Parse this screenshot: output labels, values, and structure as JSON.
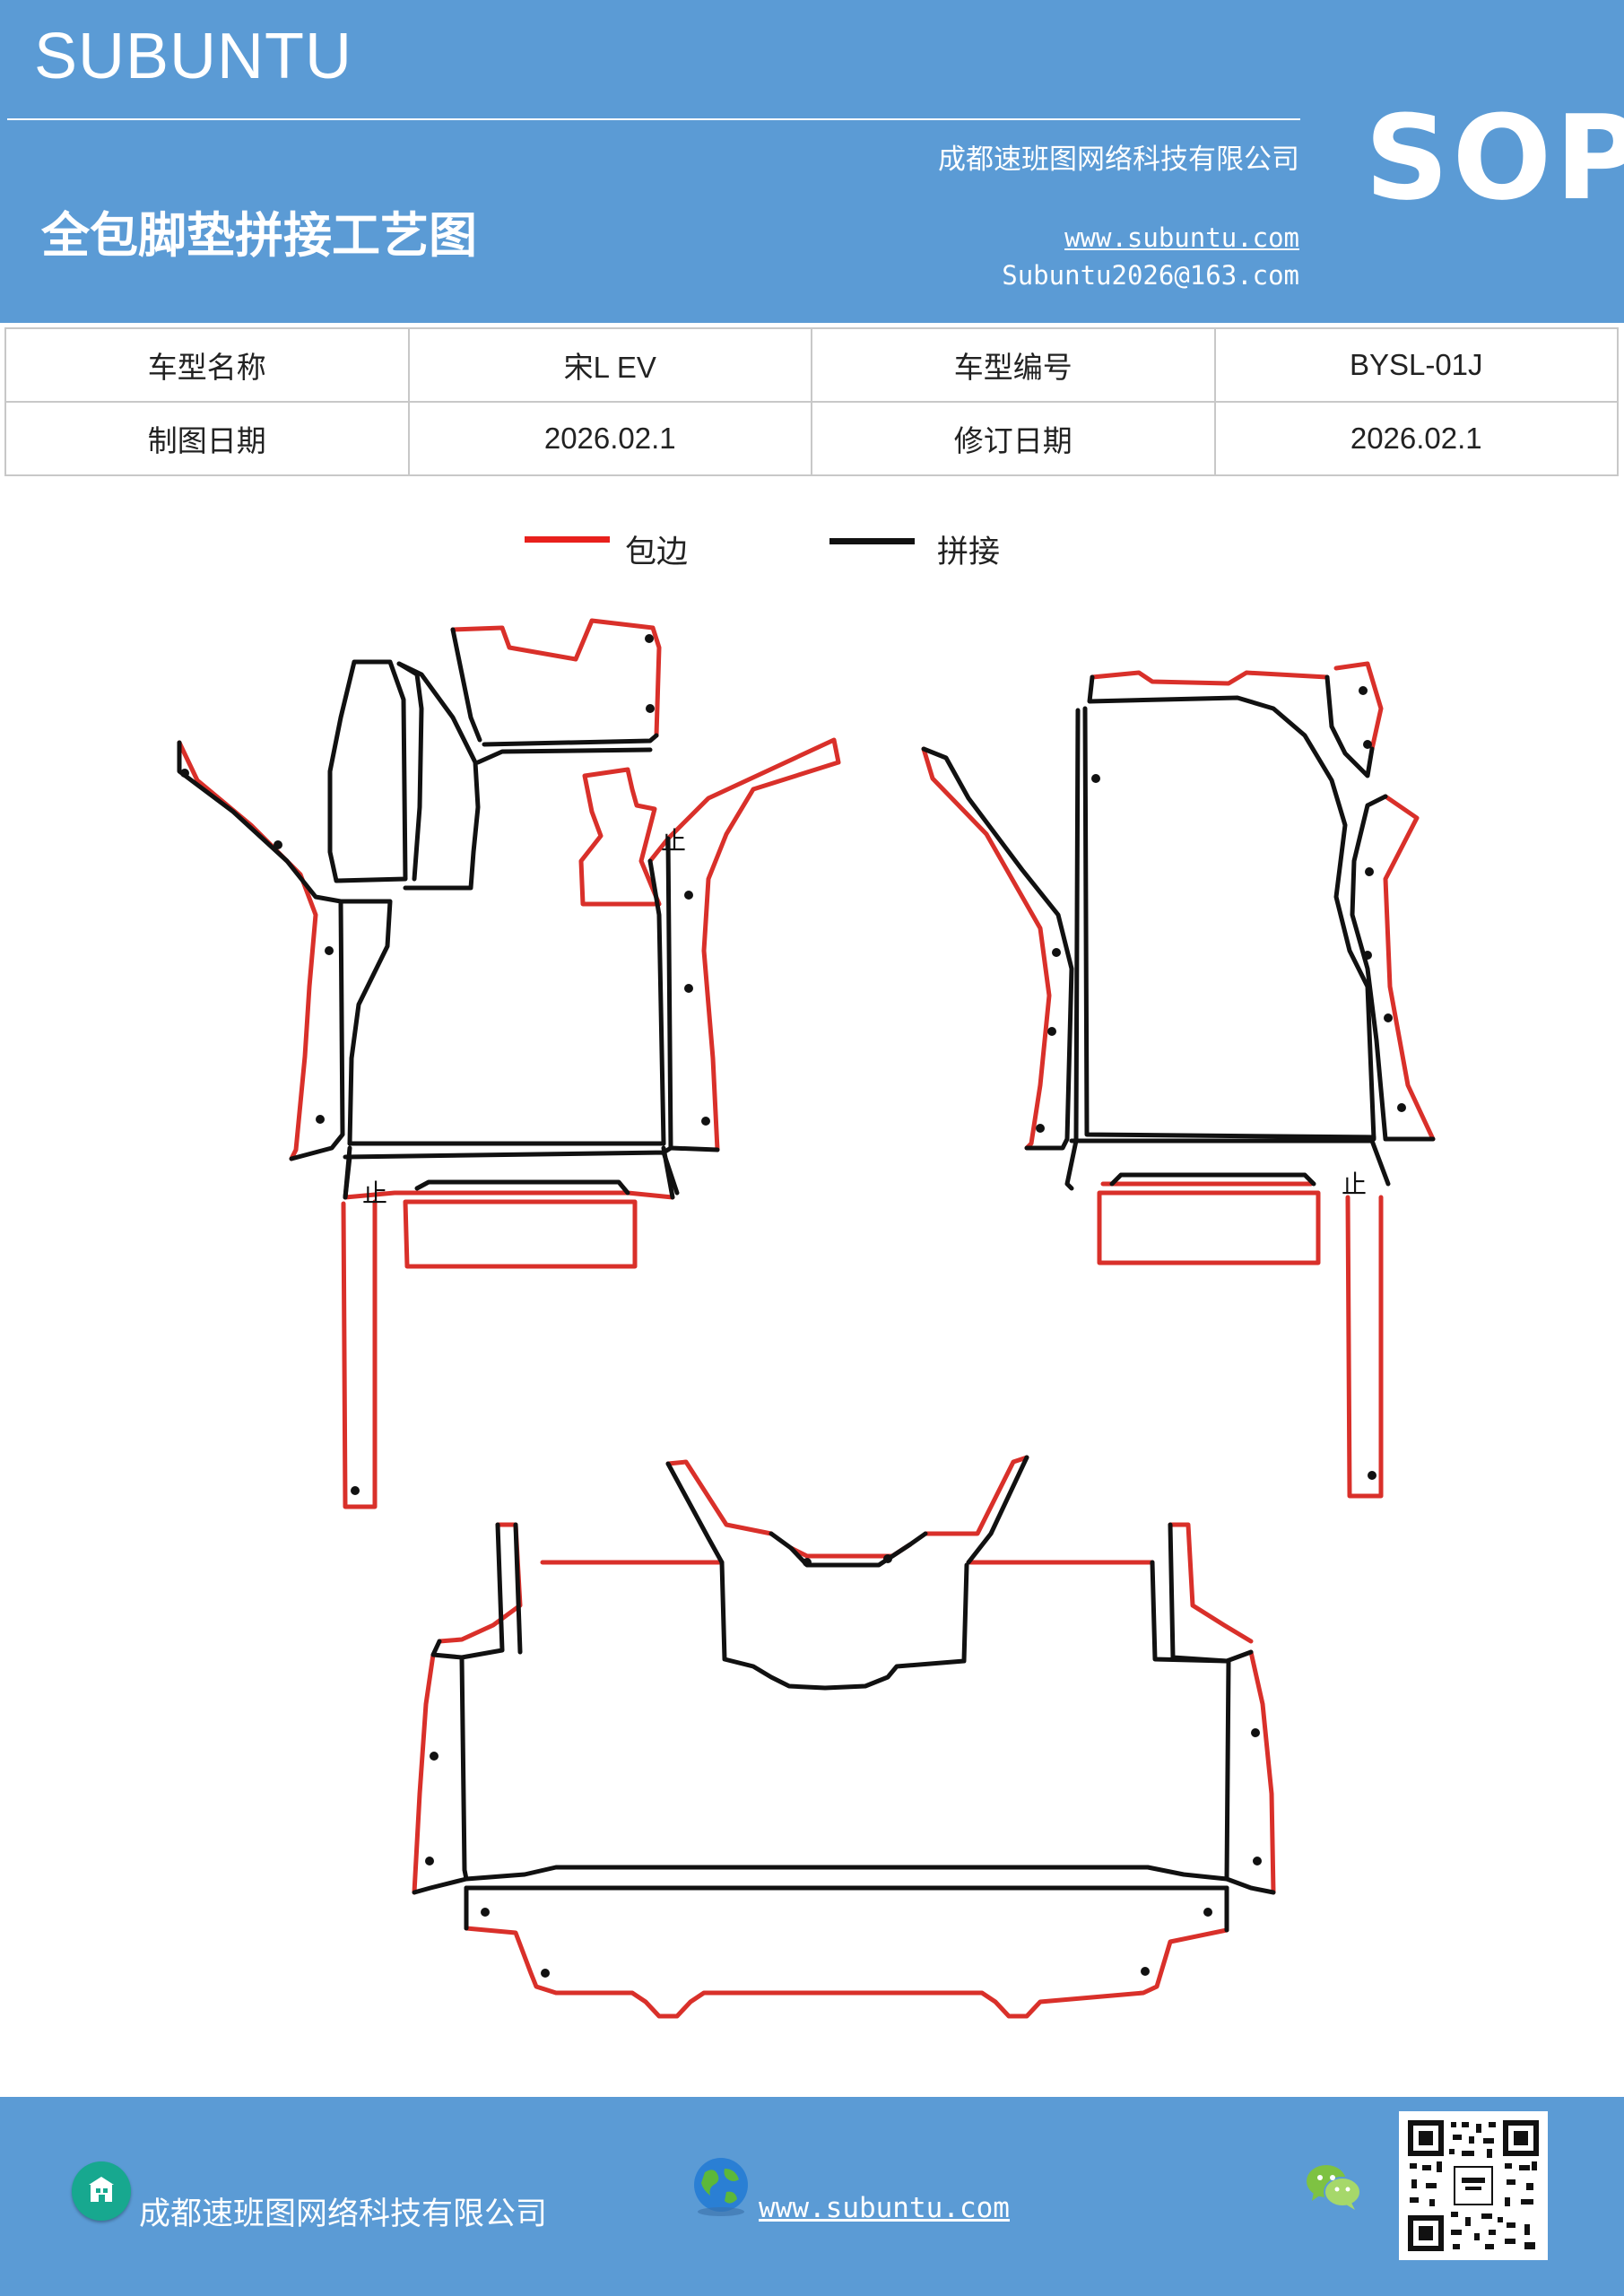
{
  "header": {
    "brand": "SUBUNTU",
    "company": "成都速班图网络科技有限公司",
    "title": "全包脚垫拼接工艺图",
    "website": "www.subuntu.com",
    "email": "Subuntu2026@163.com",
    "badge": "SOP"
  },
  "info_table": {
    "model_name_label": "车型名称",
    "model_name_value": "宋L  EV",
    "model_code_label": "车型编号",
    "model_code_value": "BYSL-01J",
    "draw_date_label": "制图日期",
    "draw_date_value": "2026.02.1",
    "revise_date_label": "修订日期",
    "revise_date_value": "2026.02.1"
  },
  "legend": {
    "items": [
      {
        "label": "包边",
        "color": "#e8201c"
      },
      {
        "label": "拼接",
        "color": "#111111"
      }
    ]
  },
  "diagram": {
    "edge_color": "#d9302a",
    "seam_color": "#111111",
    "marker_glyph": "止"
  },
  "footer": {
    "company": "成都速班图网络科技有限公司",
    "website": "www.subuntu.com",
    "icons": [
      "building-icon",
      "globe-icon",
      "wechat-icon",
      "qr-code"
    ]
  }
}
